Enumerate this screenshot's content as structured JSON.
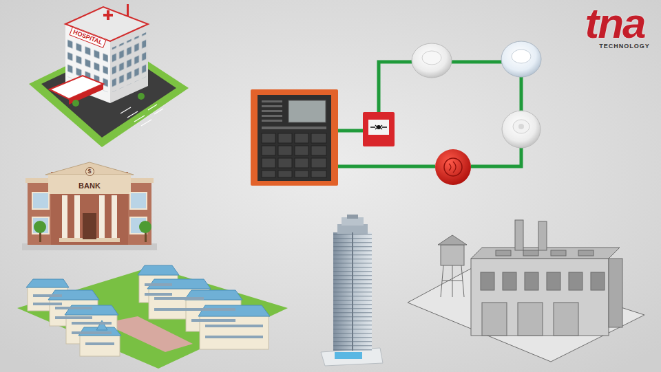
{
  "diagram": {
    "labels": [
      "HOSPITAL",
      "tna",
      "TECHNOLOGY",
      "$",
      "BANK"
    ]
  }
}
